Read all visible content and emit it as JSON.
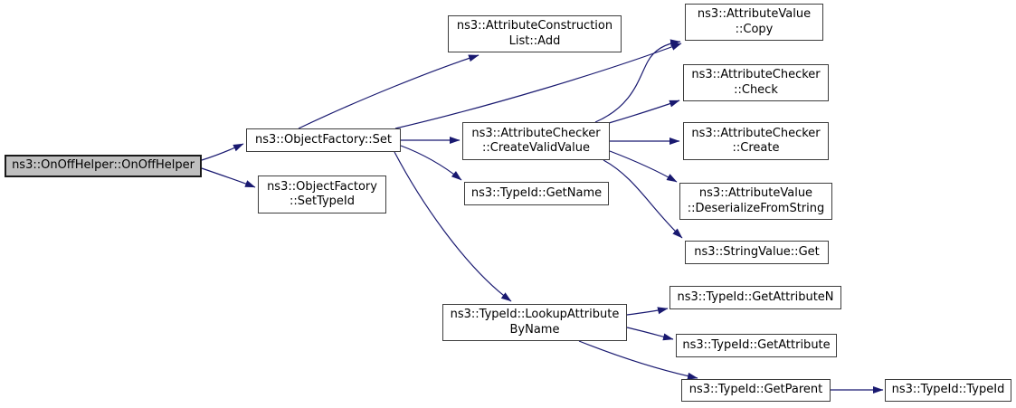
{
  "graph": {
    "kind": "doxygen-call-graph",
    "root_function": "ns3::OnOffHelper::OnOffHelper",
    "colors": {
      "edge": "#191970",
      "node_border": "#3d3d3d",
      "root_border": "#1a1a1a",
      "node_fill": "#ffffff",
      "root_fill": "#bfbfbf",
      "text": "#000000",
      "background": "#ffffff"
    },
    "nodes": [
      {
        "id": "onoffhelper",
        "label": "ns3::OnOffHelper::OnOffHelper",
        "root": true
      },
      {
        "id": "objectfactory-set",
        "label": "ns3::ObjectFactory::Set"
      },
      {
        "id": "objectfactory-settypeid",
        "label": "ns3::ObjectFactory\n::SetTypeId"
      },
      {
        "id": "attributeconstructionlist-add",
        "label": "ns3::AttributeConstruction\nList::Add"
      },
      {
        "id": "attributechecker-createvalidvalue",
        "label": "ns3::AttributeChecker\n::CreateValidValue"
      },
      {
        "id": "typeid-getname",
        "label": "ns3::TypeId::GetName"
      },
      {
        "id": "attributevalue-copy",
        "label": "ns3::AttributeValue\n::Copy"
      },
      {
        "id": "attributechecker-check",
        "label": "ns3::AttributeChecker\n::Check"
      },
      {
        "id": "attributechecker-create",
        "label": "ns3::AttributeChecker\n::Create"
      },
      {
        "id": "attributevalue-deserializefromstring",
        "label": "ns3::AttributeValue\n::DeserializeFromString"
      },
      {
        "id": "stringvalue-get",
        "label": "ns3::StringValue::Get"
      },
      {
        "id": "typeid-lookupattributebyname",
        "label": "ns3::TypeId::LookupAttribute\nByName"
      },
      {
        "id": "typeid-getattributen",
        "label": "ns3::TypeId::GetAttributeN"
      },
      {
        "id": "typeid-getattribute",
        "label": "ns3::TypeId::GetAttribute"
      },
      {
        "id": "typeid-getparent",
        "label": "ns3::TypeId::GetParent"
      },
      {
        "id": "typeid-typeid",
        "label": "ns3::TypeId::TypeId"
      }
    ],
    "edges": [
      {
        "from": "onoffhelper",
        "to": "objectfactory-set"
      },
      {
        "from": "onoffhelper",
        "to": "objectfactory-settypeid"
      },
      {
        "from": "objectfactory-set",
        "to": "attributeconstructionlist-add"
      },
      {
        "from": "objectfactory-set",
        "to": "attributevalue-copy"
      },
      {
        "from": "objectfactory-set",
        "to": "attributechecker-createvalidvalue"
      },
      {
        "from": "objectfactory-set",
        "to": "typeid-getname"
      },
      {
        "from": "objectfactory-set",
        "to": "typeid-lookupattributebyname"
      },
      {
        "from": "attributechecker-createvalidvalue",
        "to": "attributevalue-copy"
      },
      {
        "from": "attributechecker-createvalidvalue",
        "to": "attributechecker-check"
      },
      {
        "from": "attributechecker-createvalidvalue",
        "to": "attributechecker-create"
      },
      {
        "from": "attributechecker-createvalidvalue",
        "to": "attributevalue-deserializefromstring"
      },
      {
        "from": "attributechecker-createvalidvalue",
        "to": "stringvalue-get"
      },
      {
        "from": "typeid-lookupattributebyname",
        "to": "typeid-getattributen"
      },
      {
        "from": "typeid-lookupattributebyname",
        "to": "typeid-getattribute"
      },
      {
        "from": "typeid-lookupattributebyname",
        "to": "typeid-getparent"
      },
      {
        "from": "typeid-getparent",
        "to": "typeid-typeid"
      }
    ]
  }
}
